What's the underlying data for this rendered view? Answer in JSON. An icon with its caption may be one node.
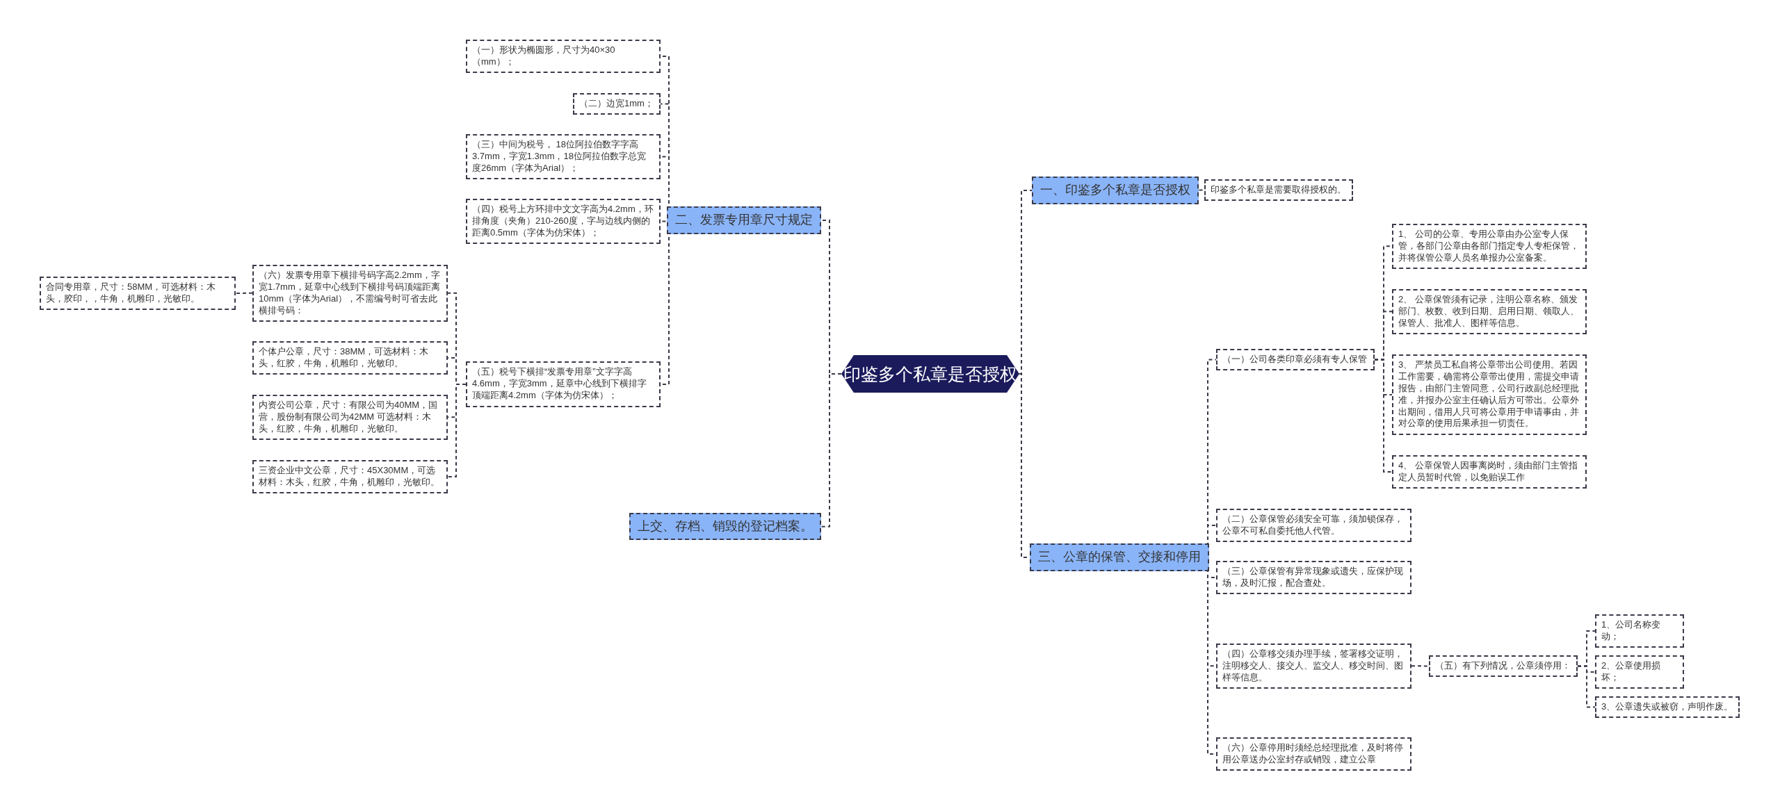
{
  "diagram": {
    "nodes": [
      {
        "text": [
          "印鉴多个私章是否授权"
        ]
      },
      {
        "text": [
          "一、印鉴多个私章是否授权"
        ]
      },
      {
        "text": [
          "印鉴多个私章是需要取得授权的。"
        ]
      },
      {
        "text": [
          "二、发票专用章尺寸规定"
        ]
      },
      {
        "text": [
          "（一）形状为椭圆形，尺寸为40×30（mm）；"
        ]
      },
      {
        "text": [
          "（二）边宽1mm；"
        ]
      },
      {
        "text": [
          "（三）中间为税号， 18位阿拉伯数字字高3.7mm，字宽1.3mm，18位阿拉伯数字总宽度26mm（字体为Arial）；"
        ]
      },
      {
        "text": [
          "（四）税号上方环排中文文字高为4.2mm，环排角度（夹角）210-260度，字与边线内侧的距离0.5mm（字体为仿宋体）；"
        ]
      },
      {
        "text": [
          "（五）税号下横排“发票专用章”文字字高4.6mm，字宽3mm，延章中心线到下横排字顶端距离4.2mm（字体为仿宋体）；"
        ]
      },
      {
        "text": [
          "（六）发票专用章下横排号码字高2.2mm，字宽1.7mm，延章中心线到下横排号码顶端距离10mm（字体为Arial），不需编号时可省去此横排号码："
        ]
      },
      {
        "text": [
          "合同专用章，尺寸：58MM，可选材料：木头，胶印，，牛角，机雕印，光敏印。"
        ]
      },
      {
        "text": [
          "个体户公章，尺寸：38MM，可选材料：木头，红胶，牛角，机雕印，光敏印。"
        ]
      },
      {
        "text": [
          "内资公司公章，尺寸：有限公司为40MM，国营，股份制有限公司为42MM 可选材料：木头，红胶，牛角，机雕印，光敏印。"
        ]
      },
      {
        "text": [
          "三资企业中文公章，尺寸：45X30MM，可选材料：木头，红胶，牛角，机雕印，光敏印。"
        ]
      },
      {
        "text": [
          "上交、存档、销毁的登记档案。"
        ]
      },
      {
        "text": [
          "三、公章的保管、交接和停用"
        ]
      },
      {
        "text": [
          "（一）公司各类印章必须有专人保管"
        ]
      },
      {
        "text": [
          "1、 公司的公章、专用公章由办公室专人保管，各部门公章由各部门指定专人专柜保管，并将保管公章人员名单报办公室备案。"
        ]
      },
      {
        "text": [
          "2、 公章保管须有记录，注明公章名称、颁发部门、枚数、收到日期、启用日期、领取人、保管人、批准人、图样等信息。"
        ]
      },
      {
        "text": [
          "3、 严禁员工私自将公章带出公司使用。若因工作需要，确需将公章带出使用，需提交申请报告，由部门主管同意，公司行政副总经理批准，并报办公室主任确认后方可带出。公章外出期间，借用人只可将公章用于申请事由，并对公章的使用后果承担一切责任。"
        ]
      },
      {
        "text": [
          "4、 公章保管人因事离岗时，须由部门主管指定人员暂时代管，以免贻误工作"
        ]
      },
      {
        "text": [
          "（二）公章保管必须安全可靠，须加锁保存，公章不可私自委托他人代管。"
        ]
      },
      {
        "text": [
          "（三）公章保管有异常现象或遗失，应保护现场，及时汇报，配合查处。"
        ]
      },
      {
        "text": [
          "（四）公章移交须办理手续，签署移交证明，注明移交人、接交人、监交人、移交时间、图样等信息。"
        ]
      },
      {
        "text": [
          "（五）有下列情况，公章须停用："
        ]
      },
      {
        "text": [
          "1、公司名称变动；"
        ]
      },
      {
        "text": [
          "2、公章使用损坏；"
        ]
      },
      {
        "text": [
          "3、公章遗失或被窃，声明作废。"
        ]
      },
      {
        "text": [
          "（六）公章停用时须经总经理批准，及时将停用公章送办公室封存或销毁，建立公章"
        ]
      }
    ],
    "edges": [
      {
        "from": 0,
        "to": 1,
        "arrow": "none"
      },
      {
        "from": 1,
        "to": 2,
        "arrow": "none"
      },
      {
        "from": 0,
        "to": 3,
        "arrow": "none"
      },
      {
        "from": 3,
        "to": 4,
        "arrow": "none"
      },
      {
        "from": 3,
        "to": 5,
        "arrow": "none"
      },
      {
        "from": 3,
        "to": 6,
        "arrow": "none"
      },
      {
        "from": 3,
        "to": 7,
        "arrow": "none"
      },
      {
        "from": 3,
        "to": 8,
        "arrow": "none"
      },
      {
        "from": 8,
        "to": 9,
        "arrow": "none"
      },
      {
        "from": 9,
        "to": 10,
        "arrow": "none"
      },
      {
        "from": 8,
        "to": 11,
        "arrow": "none"
      },
      {
        "from": 8,
        "to": 12,
        "arrow": "none"
      },
      {
        "from": 8,
        "to": 13,
        "arrow": "none"
      },
      {
        "from": 0,
        "to": 14,
        "arrow": "none"
      },
      {
        "from": 0,
        "to": 15,
        "arrow": "none"
      },
      {
        "from": 15,
        "to": 16,
        "arrow": "none"
      },
      {
        "from": 16,
        "to": 17,
        "arrow": "none"
      },
      {
        "from": 16,
        "to": 18,
        "arrow": "none"
      },
      {
        "from": 16,
        "to": 19,
        "arrow": "none"
      },
      {
        "from": 16,
        "to": 20,
        "arrow": "none"
      },
      {
        "from": 15,
        "to": 21,
        "arrow": "none"
      },
      {
        "from": 15,
        "to": 22,
        "arrow": "none"
      },
      {
        "from": 15,
        "to": 23,
        "arrow": "none"
      },
      {
        "from": 23,
        "to": 24,
        "arrow": "none"
      },
      {
        "from": 24,
        "to": 25,
        "arrow": "none"
      },
      {
        "from": 24,
        "to": 26,
        "arrow": "none"
      },
      {
        "from": 24,
        "to": 27,
        "arrow": "none"
      },
      {
        "from": 15,
        "to": 28,
        "arrow": "none"
      }
    ]
  }
}
